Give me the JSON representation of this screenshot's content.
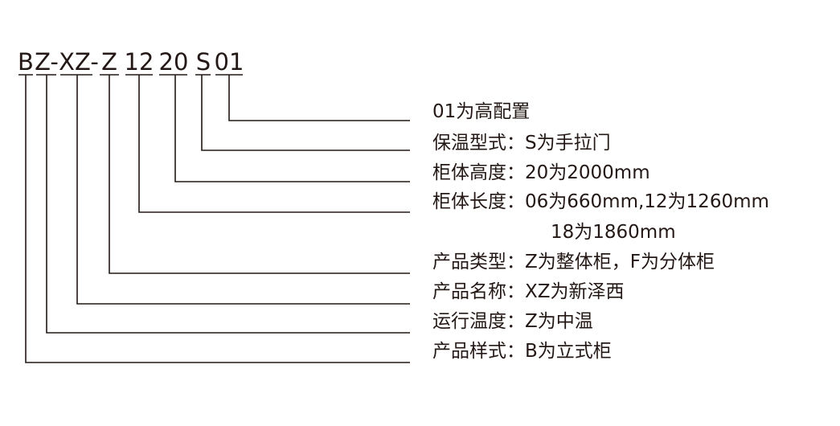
{
  "code_segments": [
    "B",
    "Z-",
    "XZ-",
    "Z",
    "12",
    "20",
    "S",
    "01"
  ],
  "labels": [
    "01为高配置",
    "保温型式：S为手拉门",
    "柜体高度：20为2000mm",
    "柜体长度：06为660mm,12为1260mm",
    "18为1860mm",
    "产品类型：Z为整体柜，F为分体柜",
    "产品名称：XZ为新泽西",
    "运行温度：Z为中温",
    "产品样式：B为立式柜"
  ],
  "line_color": "#231815"
}
